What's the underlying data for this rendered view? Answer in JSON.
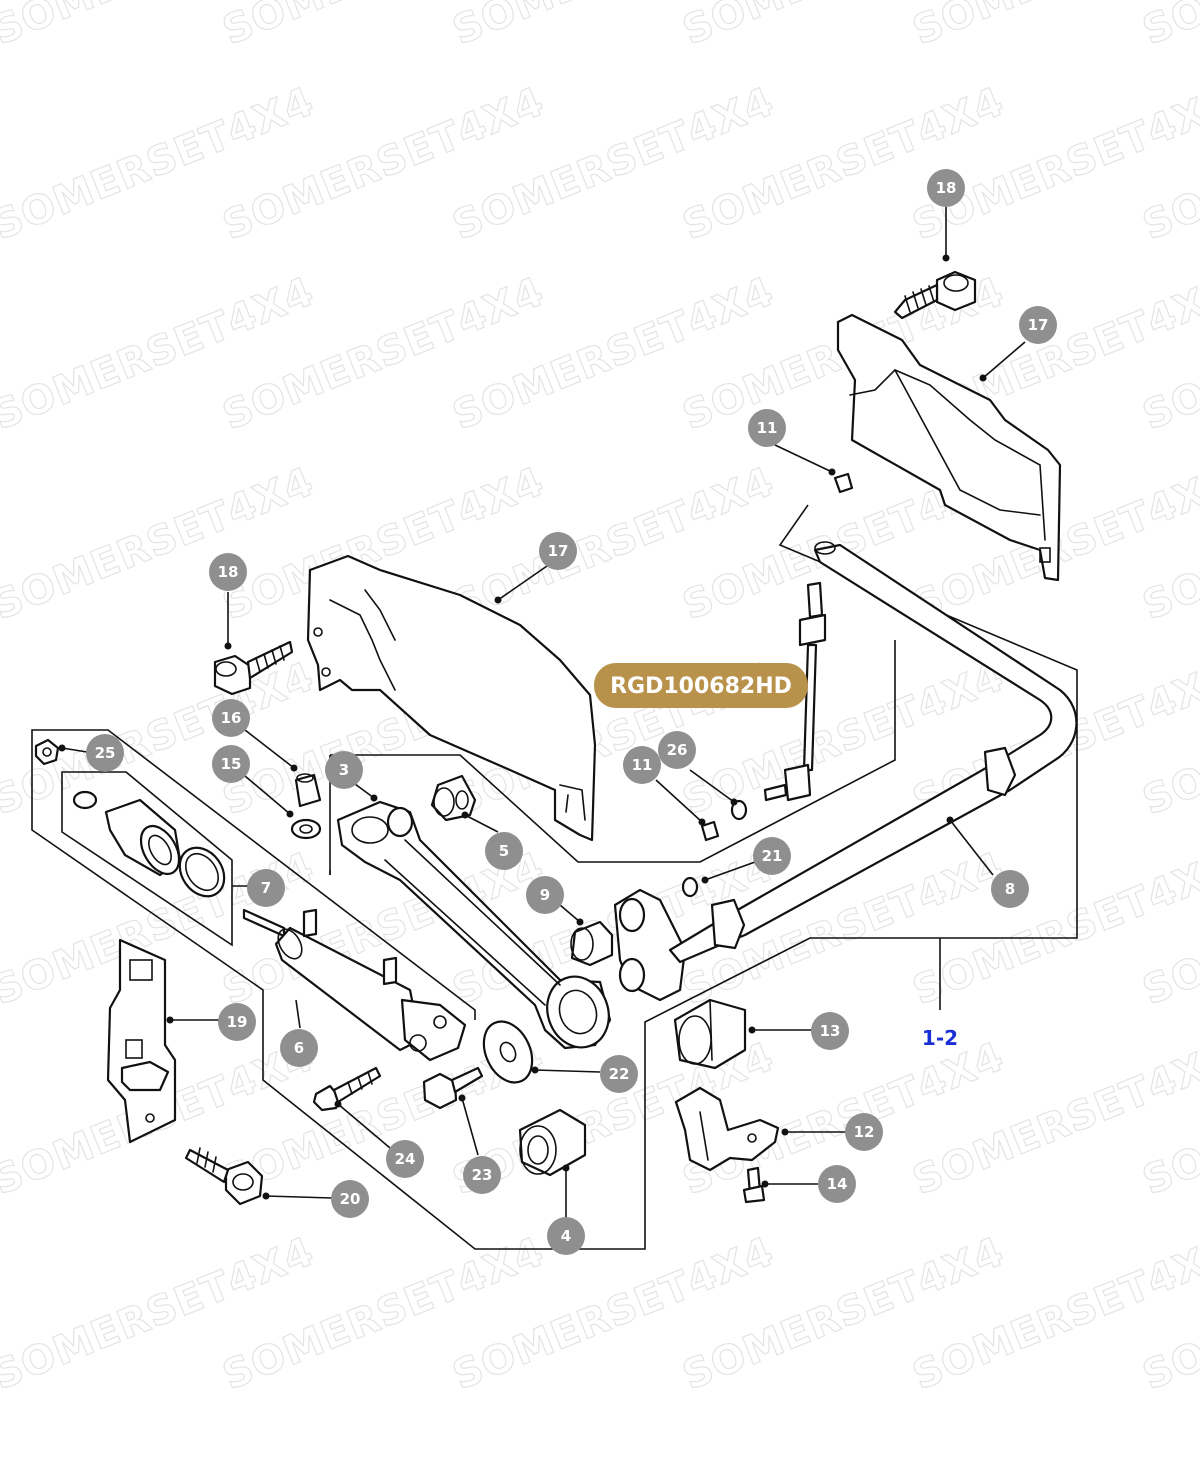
{
  "watermark_text": "SOMERSET4X4",
  "diagram_code": "RGD100682HD",
  "group_reference": "1-2",
  "callouts": [
    "18",
    "17",
    "11",
    "18",
    "17",
    "16",
    "15",
    "25",
    "3",
    "5",
    "26",
    "11",
    "21",
    "9",
    "7",
    "8",
    "6",
    "19",
    "13",
    "22",
    "24",
    "23",
    "12",
    "14",
    "20",
    "4"
  ],
  "colors": {
    "callout_fill": "#8f8f8f",
    "badge_fill": "#b8914a",
    "reference_text": "#1a2fd6",
    "line": "#111111"
  }
}
